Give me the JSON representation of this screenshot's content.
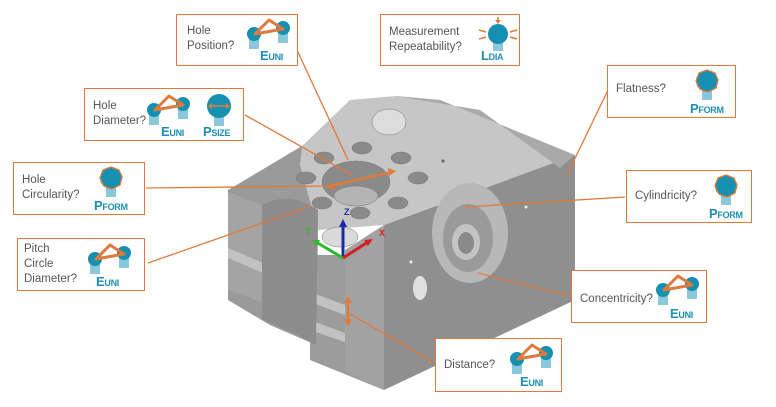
{
  "colors": {
    "accent": "#e07a3c",
    "probe": "#1590b0",
    "probe_stem": "#8cc8dc",
    "label": "#1e8fb0",
    "part_light": "#c8c8c8",
    "part_mid": "#a6a6a6",
    "part_dark": "#8a8a8a",
    "axis_x": "#d42020",
    "axis_y": "#2db82d",
    "axis_z": "#1a2aa8"
  },
  "axes": {
    "x": "X",
    "y": "Y",
    "z": "Z"
  },
  "callouts": [
    {
      "id": "hole-position",
      "question": "Hole\nPosition?",
      "symbols": [
        {
          "type": "E",
          "sub": "UNI"
        }
      ]
    },
    {
      "id": "measurement-repeatability",
      "question": "Measurement\nRepeatability?",
      "symbols": [
        {
          "type": "L",
          "sub": "DIA"
        }
      ]
    },
    {
      "id": "hole-diameter",
      "question": "Hole\nDiameter?",
      "symbols": [
        {
          "type": "E",
          "sub": "UNI"
        },
        {
          "type": "P",
          "sub": "SIZE"
        }
      ]
    },
    {
      "id": "hole-circularity",
      "question": "Hole\nCircularity?",
      "symbols": [
        {
          "type": "P",
          "sub": "FORM"
        }
      ]
    },
    {
      "id": "pitch-circle-diameter",
      "question": "Pitch\nCircle\nDiameter?",
      "symbols": [
        {
          "type": "E",
          "sub": "UNI"
        }
      ]
    },
    {
      "id": "flatness",
      "question": "Flatness?",
      "symbols": [
        {
          "type": "P",
          "sub": "FORM"
        }
      ]
    },
    {
      "id": "cylindricity",
      "question": "Cylindricity?",
      "symbols": [
        {
          "type": "P",
          "sub": "FORM"
        }
      ]
    },
    {
      "id": "concentricity",
      "question": "Concentricity?",
      "symbols": [
        {
          "type": "E",
          "sub": "UNI"
        }
      ]
    },
    {
      "id": "distance",
      "question": "Distance?",
      "symbols": [
        {
          "type": "E",
          "sub": "UNI"
        }
      ]
    }
  ]
}
